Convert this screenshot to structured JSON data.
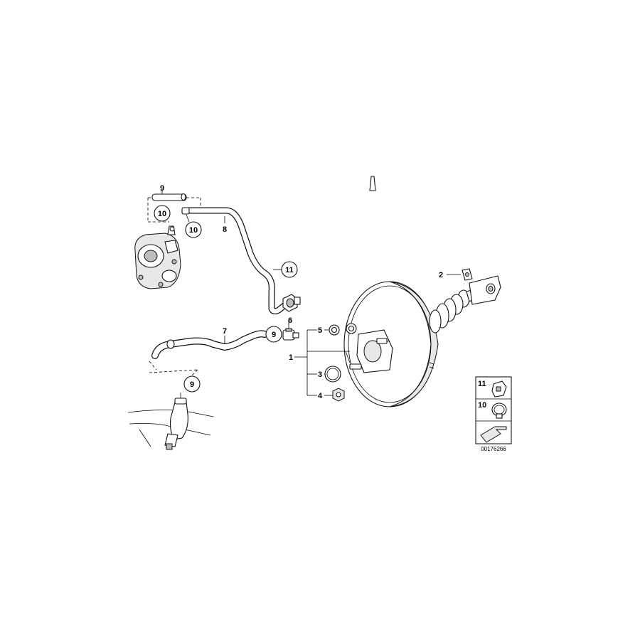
{
  "callouts": {
    "c1": "1",
    "c2": "2",
    "c3": "3",
    "c4": "4",
    "c5": "5",
    "c6": "6",
    "c7": "7",
    "c8": "8",
    "c9a": "9",
    "c9b": "9",
    "c9c": "9",
    "c10a": "10",
    "c10b": "10",
    "c11": "11"
  },
  "legend": {
    "row1_label": "11",
    "row2_label": "10",
    "row1_icon": "clip-icon",
    "row2_icon": "hose-clamp-icon",
    "row3_icon": "arrow-icon"
  },
  "diagram_id": "00176266"
}
